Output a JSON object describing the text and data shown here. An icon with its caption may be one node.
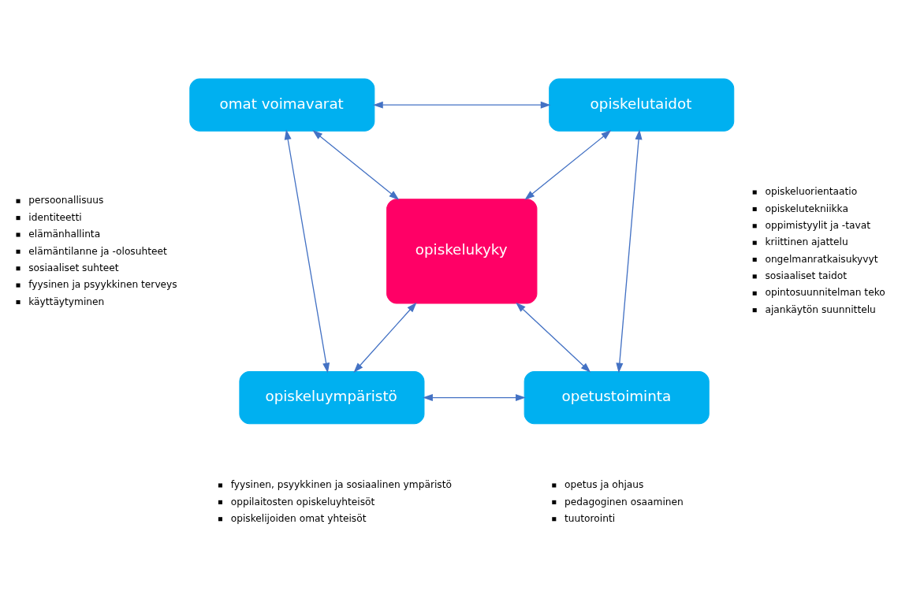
{
  "diagram": {
    "nodes": [
      {
        "text": [
          "omat voimavarat"
        ],
        "beside": [
          "persoonallisuus",
          "identiteetti",
          "elämänhallinta",
          "elämäntilanne ja -olosuhteet",
          "sosiaaliset suhteet",
          "fyysinen ja psyykkinen terveys",
          "käyttäytyminen"
        ]
      },
      {
        "text": [
          "opiskelutaidot"
        ],
        "beside": [
          "opiskeluorientaatio",
          "opiskelutekniikka",
          "oppimistyylit ja -tavat",
          "kriittinen ajattelu",
          "ongelmanratkaisukyvyt",
          "sosiaaliset taidot",
          "opintosuunnitelman teko",
          "ajankäytön suunnittelu"
        ]
      },
      {
        "text": [
          "opiskelukyky"
        ]
      },
      {
        "text": [
          "opiskeluympäristö"
        ],
        "beside": [
          "fyysinen, psyykkinen ja sosiaalinen ympäristö",
          "oppilaitosten opiskeluyhteisöt",
          "opiskelijoiden omat yhteisöt"
        ]
      },
      {
        "text": [
          "opetustoiminta"
        ],
        "beside": [
          "opetus ja ohjaus",
          "pedagoginen osaaminen",
          "tuutorointi"
        ]
      }
    ],
    "edges": [
      {
        "from": 0,
        "to": 1,
        "arrow": "both"
      },
      {
        "from": 0,
        "to": 2,
        "arrow": "both"
      },
      {
        "from": 1,
        "to": 2,
        "arrow": "both"
      },
      {
        "from": 0,
        "to": 3,
        "arrow": "both"
      },
      {
        "from": 1,
        "to": 4,
        "arrow": "both"
      },
      {
        "from": 3,
        "to": 2,
        "arrow": "both"
      },
      {
        "from": 2,
        "to": 4,
        "arrow": "both"
      },
      {
        "from": 3,
        "to": 4,
        "arrow": "both"
      }
    ]
  }
}
